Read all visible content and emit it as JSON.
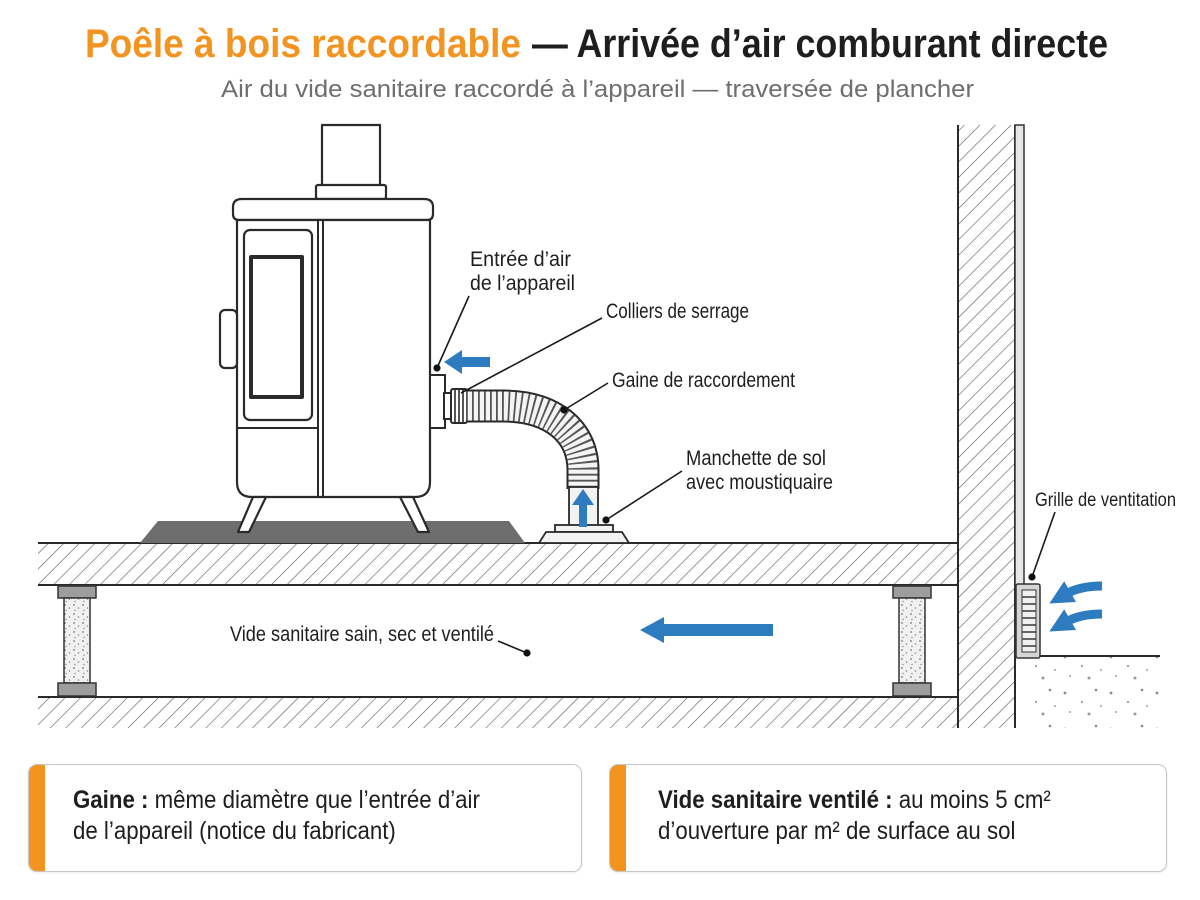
{
  "title": {
    "highlight": "Poêle à bois raccordable",
    "main": "— Arrivée d’air comburant directe"
  },
  "subtitle": "Air du vide sanitaire raccordé à l’appareil — traversée de plancher",
  "labels": {
    "air_inlet": [
      "Entrée d’air",
      "de l’appareil"
    ],
    "clamps": "Colliers de serrage",
    "duct": "Gaine de raccordement",
    "floor_sleeve": [
      "Manchette de sol",
      "avec moustiquaire"
    ],
    "vent_grille": "Grille de ventitation",
    "crawl_space": "Vide sanitaire sain, sec et ventilé"
  },
  "notes": [
    {
      "term": "Gaine :",
      "lines": [
        "même diamètre que l’entrée d’air",
        "de l’appareil (notice du fabricant)"
      ]
    },
    {
      "term": "Vide sanitaire ventilé :",
      "lines": [
        "au moins 5 cm²",
        "d’ouverture par m² de surface au sol"
      ]
    }
  ],
  "colors": {
    "accent": "#F39320",
    "airflow": "#2E7CC0",
    "text": "#1E1E1E",
    "subtitle": "#6E6E6E"
  }
}
